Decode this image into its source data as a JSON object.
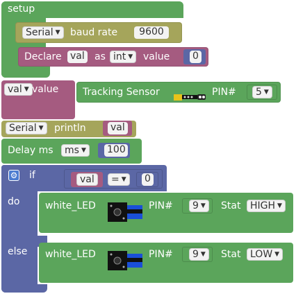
{
  "setup": {
    "label": "setup",
    "serial_dropdown": "Serial",
    "baud_label": "baud rate",
    "baud_value": "9600",
    "declare_label": "Declare",
    "declare_var": "val",
    "as_label": "as",
    "type_dropdown": "int",
    "value_label": "value",
    "init_value": "0"
  },
  "assign": {
    "var_dropdown": "val",
    "value_label": "value",
    "sensor_label": "Tracking Sensor",
    "pin_label": "PIN#",
    "pin_value": "5"
  },
  "println": {
    "serial_dropdown": "Serial",
    "label": "println",
    "var": "val"
  },
  "delay": {
    "label": "Delay ms",
    "unit_dropdown": "ms",
    "value": "100"
  },
  "if_block": {
    "if_label": "if",
    "left_var": "val",
    "operator": "=",
    "right_value": "0",
    "do_label": "do",
    "else_label": "else"
  },
  "led_do": {
    "label": "white_LED",
    "pin_label": "PIN#",
    "pin_value": "9",
    "stat_label": "Stat",
    "stat_value": "HIGH"
  },
  "led_else": {
    "label": "white_LED",
    "pin_label": "PIN#",
    "pin_value": "9",
    "stat_label": "Stat",
    "stat_value": "LOW"
  },
  "colors": {
    "green": "#5ba55b",
    "olive": "#a5a55b",
    "maroon": "#a55b80",
    "blue": "#5b67a5"
  }
}
